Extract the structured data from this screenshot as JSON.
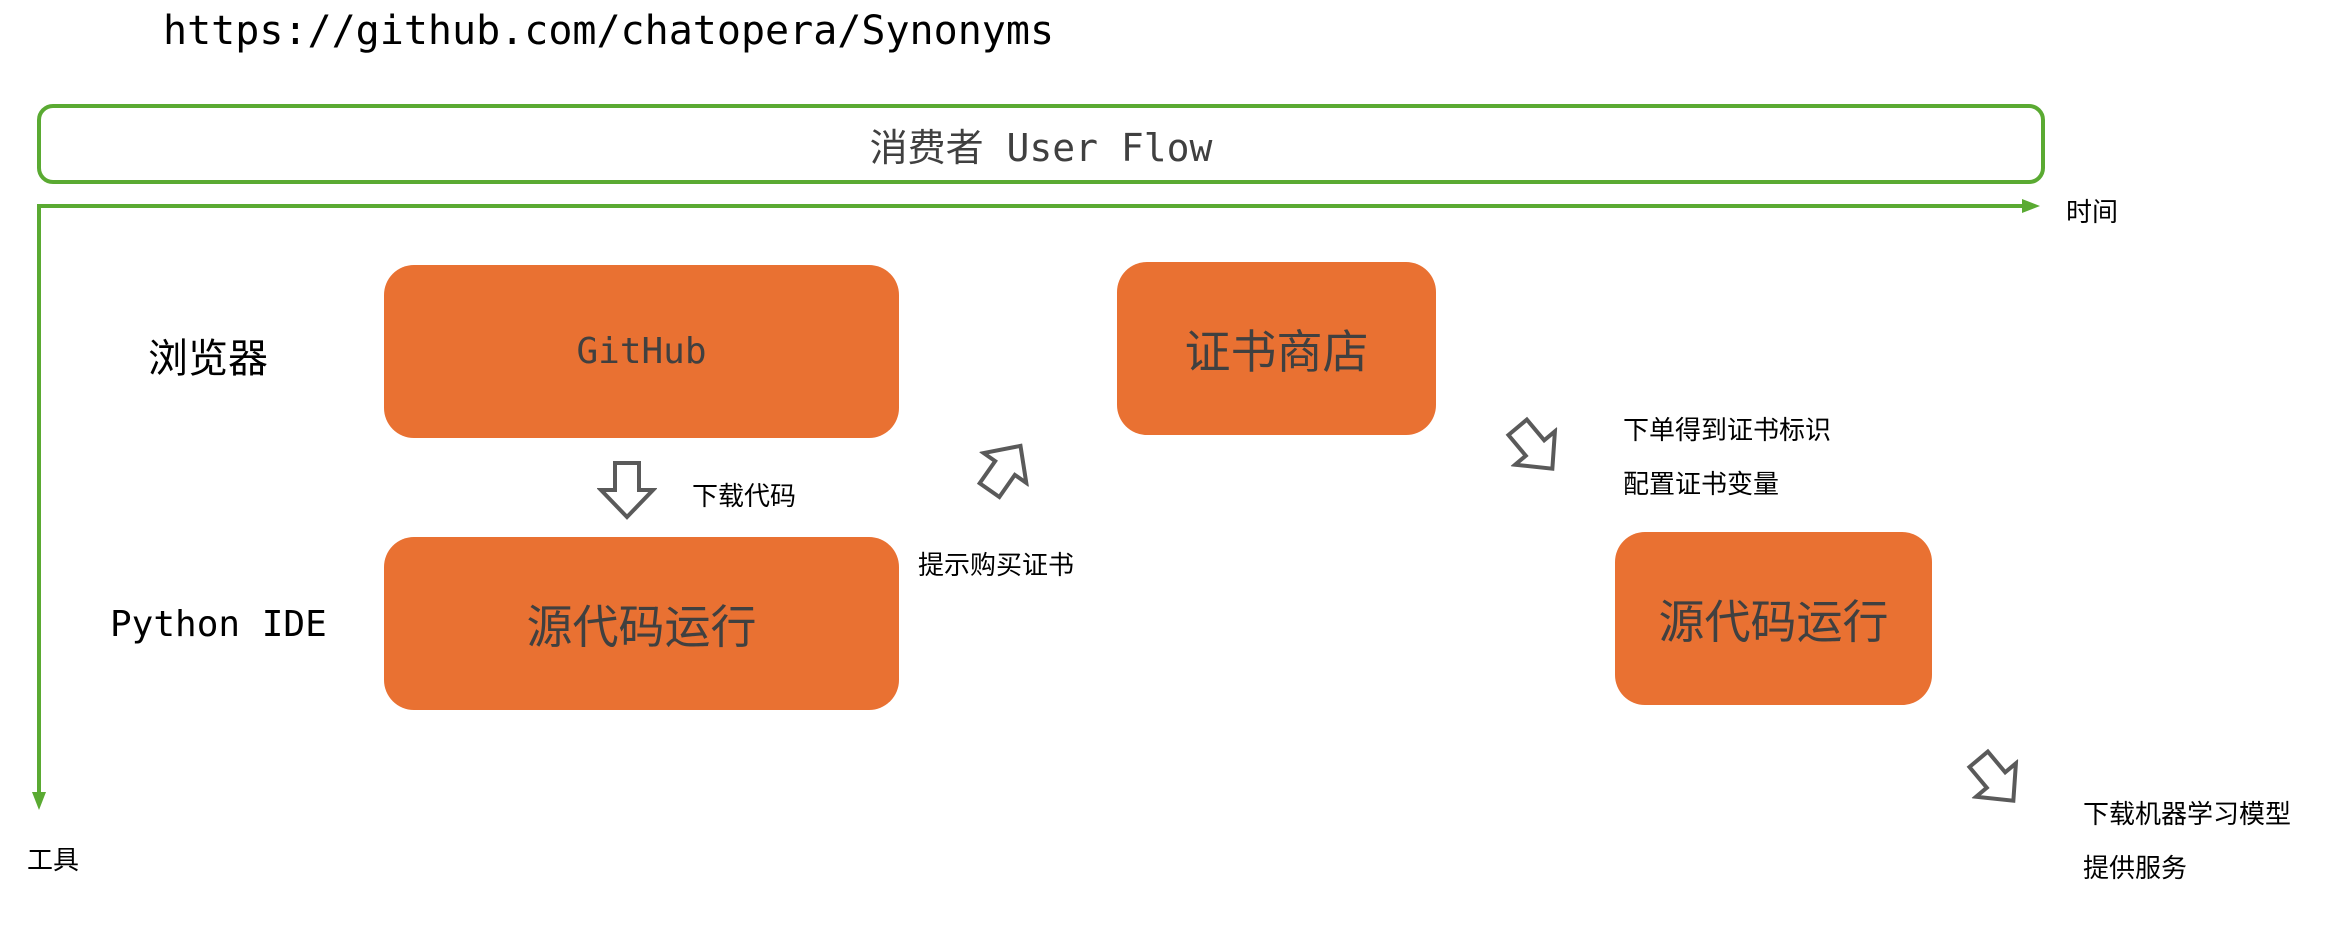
{
  "url": "https://github.com/chatopera/Synonyms",
  "header": {
    "title": "消费者 User Flow"
  },
  "axes": {
    "x_label": "时间",
    "y_label": "工具"
  },
  "rows": {
    "browser": "浏览器",
    "ide": "Python IDE"
  },
  "boxes": {
    "github": "GitHub",
    "run1": "源代码运行",
    "store": "证书商店",
    "run2": "源代码运行"
  },
  "steps": {
    "download": "下载代码",
    "prompt": "提示购买证书",
    "order_line1": "下单得到证书标识",
    "order_line2": "配置证书变量",
    "model_line1": "下载机器学习模型",
    "model_line2": "提供服务"
  },
  "colors": {
    "green": "#5aaa32",
    "orange": "#e97132",
    "arrow": "#5a5a5a"
  }
}
